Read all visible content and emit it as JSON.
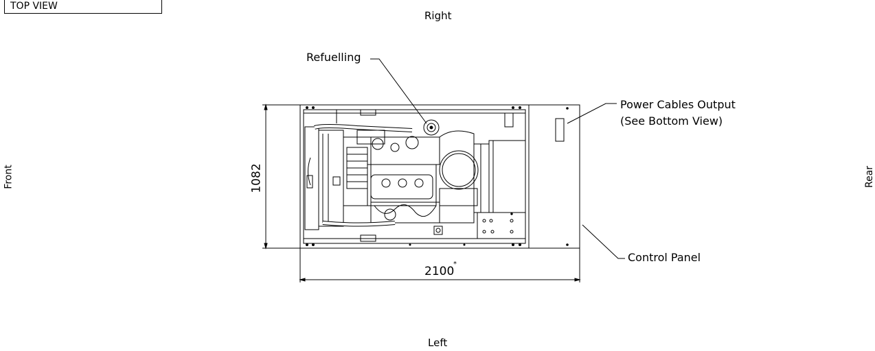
{
  "view_title": "TOP VIEW",
  "orientation": {
    "top": "Right",
    "bottom": "Left",
    "left": "Front",
    "right": "Rear"
  },
  "dimensions": {
    "height": "1082",
    "width": "2100",
    "width_mark": "*"
  },
  "callouts": {
    "refuelling": "Refuelling",
    "power_cables_line1": "Power Cables Output",
    "power_cables_line2": "(See Bottom View)",
    "control_panel": "Control Panel"
  }
}
